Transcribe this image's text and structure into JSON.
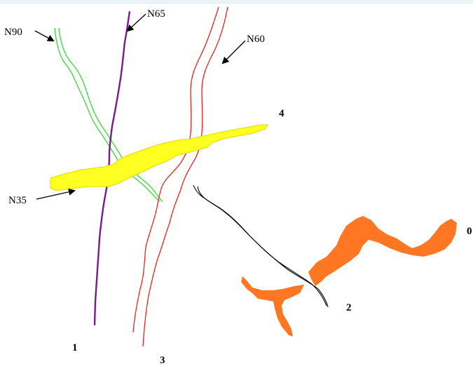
{
  "diagram": {
    "features": [
      {
        "id": "n90",
        "label": "N90",
        "color": "#33dd33",
        "kind": "double-line"
      },
      {
        "id": "n65",
        "label": "N65",
        "color": "#7a1a8c",
        "kind": "line"
      },
      {
        "id": "n60",
        "label": "N60",
        "color": "#ee2222",
        "kind": "double-line"
      },
      {
        "id": "n35",
        "label": "N35",
        "color": "#ffff22",
        "kind": "lens"
      },
      {
        "id": "f2",
        "label": "",
        "color": "#000000",
        "kind": "double-line"
      },
      {
        "id": "orange-body",
        "label": "",
        "color": "#ff7722",
        "kind": "body"
      }
    ],
    "numbers": {
      "one": "1",
      "two": "2",
      "three": "3",
      "four": "4",
      "zero": "0"
    },
    "colors": {
      "background": "#ffffff",
      "arrow": "#000000"
    }
  }
}
